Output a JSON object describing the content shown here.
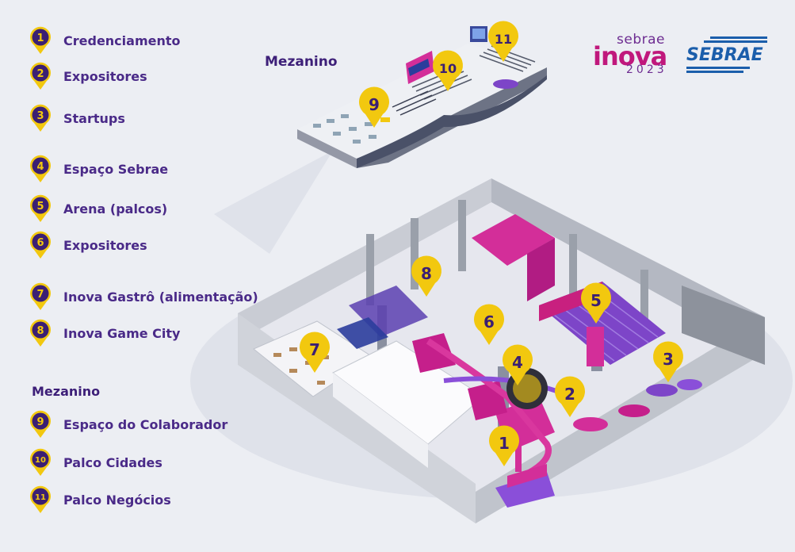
{
  "legend": {
    "items": [
      {
        "number": "1",
        "label": "Credenciamento"
      },
      {
        "number": "2",
        "label": "Expositores"
      },
      {
        "number": "3",
        "label": "Startups"
      },
      {
        "number": "4",
        "label": "Espaço Sebrae"
      },
      {
        "number": "5",
        "label": "Arena (palcos)"
      },
      {
        "number": "6",
        "label": "Expositores"
      },
      {
        "number": "7",
        "label": "Inova Gastrô (alimentação)"
      },
      {
        "number": "8",
        "label": "Inova Game City"
      }
    ],
    "mezanino_heading": "Mezanino",
    "mezanino_items": [
      {
        "number": "9",
        "label": "Espaço do Colaborador"
      },
      {
        "number": "10",
        "label": "Palco Cidades"
      },
      {
        "number": "11",
        "label": "Palco Negócios"
      }
    ]
  },
  "map": {
    "mezanino_label": "Mezanino",
    "markers": [
      "1",
      "2",
      "3",
      "4",
      "5",
      "6",
      "7",
      "8",
      "9",
      "10",
      "11"
    ]
  },
  "logos": {
    "inova": {
      "sup": "sebrae",
      "main": "inova",
      "year": "2023"
    },
    "sebrae": {
      "text": "SEBRAE"
    }
  },
  "colors": {
    "pin_fill": "#f2c80f",
    "pin_text": "#3b1f73",
    "label_text": "#4a2a88",
    "brand_magenta": "#c0187c",
    "brand_purple": "#6d2c91",
    "sebrae_blue": "#1b5eab",
    "background": "#eceef3"
  }
}
